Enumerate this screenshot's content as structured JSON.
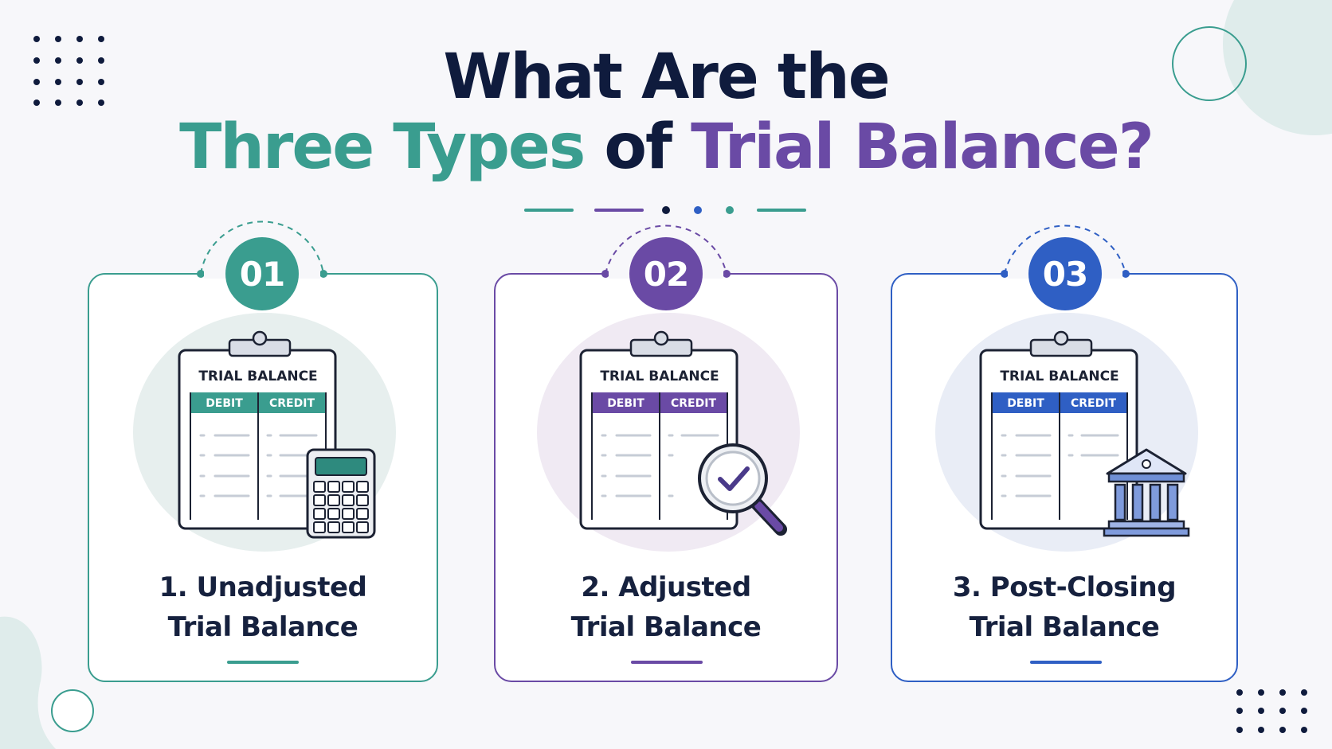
{
  "title": {
    "line1": "What Are the",
    "line2_part1": "Three Types",
    "line2_part2": " of ",
    "line2_part3": "Trial Balance?"
  },
  "colors": {
    "teal": "#3a9d8f",
    "purple": "#6a4aa5",
    "blue": "#2f5fc4",
    "navy": "#0f1b3d"
  },
  "cards": [
    {
      "number": "01",
      "clipboard_title": "TRIAL BALANCE",
      "col_debit": "DEBIT",
      "col_credit": "CREDIT",
      "title_line1": "1. Unadjusted",
      "title_line2": "Trial Balance",
      "icon": "calculator-icon"
    },
    {
      "number": "02",
      "clipboard_title": "TRIAL BALANCE",
      "col_debit": "DEBIT",
      "col_credit": "CREDIT",
      "title_line1": "2. Adjusted",
      "title_line2": "Trial Balance",
      "icon": "magnifier-check-icon"
    },
    {
      "number": "03",
      "clipboard_title": "TRIAL BALANCE",
      "col_debit": "DEBIT",
      "col_credit": "CREDIT",
      "title_line1": "3. Post-Closing",
      "title_line2": "Trial Balance",
      "icon": "bank-building-icon"
    }
  ]
}
